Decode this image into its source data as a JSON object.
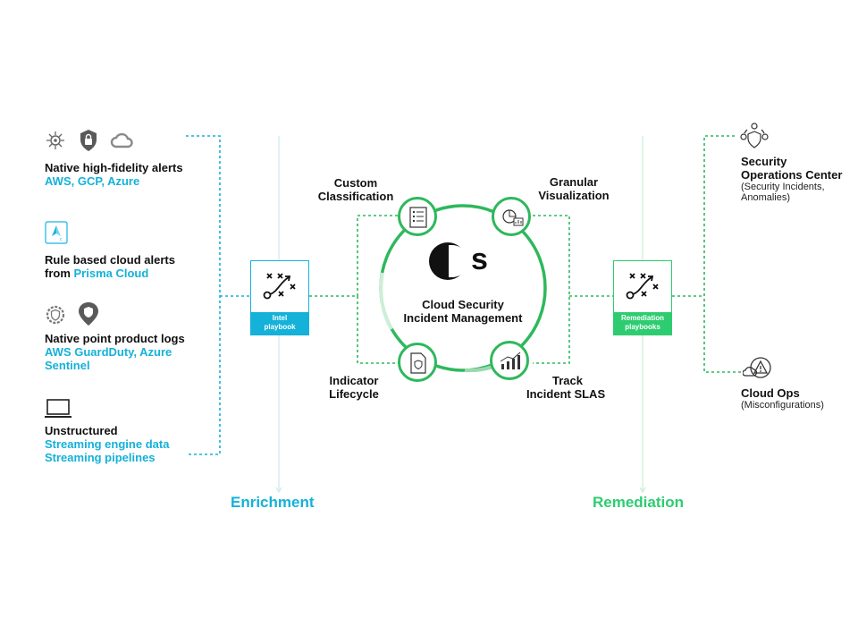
{
  "sources": [
    {
      "title": "Native high-fidelity alerts",
      "lines": [
        "AWS, GCP, Azure"
      ],
      "icons": [
        "network-gear-icon",
        "lock-shield-icon",
        "cloud-icon"
      ]
    },
    {
      "title_lines": [
        "Rule based cloud alerts",
        "from "
      ],
      "highlight": "Prisma Cloud",
      "icons": [
        "prisma-cloud-icon"
      ]
    },
    {
      "title": "Native point product logs",
      "lines": [
        "AWS GuardDuty, Azure",
        "Sentinel"
      ],
      "icons": [
        "settings-shield-icon",
        "location-shield-icon"
      ]
    },
    {
      "title": "Unstructured",
      "lines": [
        "Streaming engine data",
        "Streaming pipelines"
      ],
      "icons": [
        "laptop-icon"
      ]
    }
  ],
  "playbooks": {
    "intel": {
      "label_line1": "Intel",
      "label_line2": "playbook",
      "color": "#14b1d9"
    },
    "remediation": {
      "label_line1": "Remediation",
      "label_line2": "playbooks",
      "color": "#2ecc71"
    }
  },
  "center": {
    "logo": "s",
    "title_line1": "Cloud Security",
    "title_line2": "Incident Management",
    "ring_color": "#2eb85c"
  },
  "cycle": {
    "custom": [
      "Custom",
      "Classification"
    ],
    "granular": [
      "Granular",
      "Visualization"
    ],
    "indicator": [
      "Indicator",
      "Lifecycle"
    ],
    "track": [
      "Track",
      "Incident SLAS"
    ]
  },
  "outputs": {
    "soc": {
      "title_line1": "Security",
      "title_line2": "Operations Center",
      "sub_line1": "(Security Incidents,",
      "sub_line2": "Anomalies)"
    },
    "cloudops": {
      "title": "Cloud Ops",
      "sub": "(Misconfigurations)"
    }
  },
  "footer": {
    "enrichment": "Enrichment",
    "remediation": "Remediation"
  },
  "colors": {
    "enrichment": "#14b1d9",
    "remediation": "#2ecc71",
    "dashed_blue": "#14b1d9",
    "dashed_green": "#2eb85c"
  }
}
